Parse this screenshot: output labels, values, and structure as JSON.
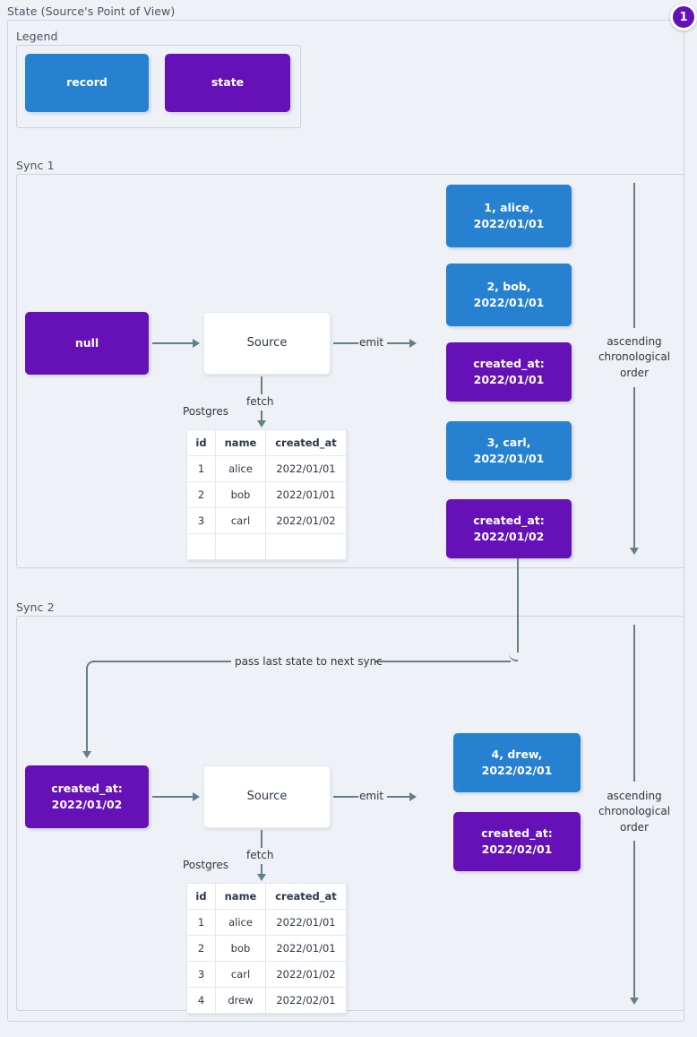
{
  "page": {
    "title": "State (Source's Point of View)",
    "badge": "1",
    "colors": {
      "record": "#2681d0",
      "state": "#6610b8",
      "background": "#eef1f5",
      "connector": "#667d8c",
      "border": "#c9d4e0"
    }
  },
  "legend": {
    "title": "Legend",
    "items": [
      {
        "label": "record",
        "kind": "record"
      },
      {
        "label": "state",
        "kind": "state"
      }
    ]
  },
  "sync1": {
    "title": "Sync 1",
    "state_in": "null",
    "source": "Source",
    "db_label": "Postgres",
    "fetch_label": "fetch",
    "emit_label": "emit",
    "order_label": "ascending chronological order",
    "table": {
      "columns": [
        "id",
        "name",
        "created_at"
      ],
      "rows": [
        [
          "1",
          "alice",
          "2022/01/01"
        ],
        [
          "2",
          "bob",
          "2022/01/01"
        ],
        [
          "3",
          "carl",
          "2022/01/02"
        ],
        [
          "",
          "",
          ""
        ]
      ]
    },
    "stream": [
      {
        "kind": "record",
        "text": "1, alice, 2022/01/01"
      },
      {
        "kind": "record",
        "text": "2, bob, 2022/01/01"
      },
      {
        "kind": "state",
        "line1": "created_at:",
        "line2": "2022/01/01"
      },
      {
        "kind": "record",
        "text": "3, carl, 2022/01/01"
      },
      {
        "kind": "state",
        "line1": "created_at:",
        "line2": "2022/01/02"
      }
    ]
  },
  "sync2": {
    "title": "Sync 2",
    "pass_label": "pass last state to next sync",
    "state_in_line1": "created_at:",
    "state_in_line2": "2022/01/02",
    "source": "Source",
    "db_label": "Postgres",
    "fetch_label": "fetch",
    "emit_label": "emit",
    "order_label": "ascending chronological order",
    "table": {
      "columns": [
        "id",
        "name",
        "created_at"
      ],
      "rows": [
        [
          "1",
          "alice",
          "2022/01/01"
        ],
        [
          "2",
          "bob",
          "2022/01/01"
        ],
        [
          "3",
          "carl",
          "2022/01/02"
        ],
        [
          "4",
          "drew",
          "2022/02/01"
        ]
      ]
    },
    "stream": [
      {
        "kind": "record",
        "text": "4, drew, 2022/02/01"
      },
      {
        "kind": "state",
        "line1": "created_at:",
        "line2": "2022/02/01"
      }
    ]
  }
}
